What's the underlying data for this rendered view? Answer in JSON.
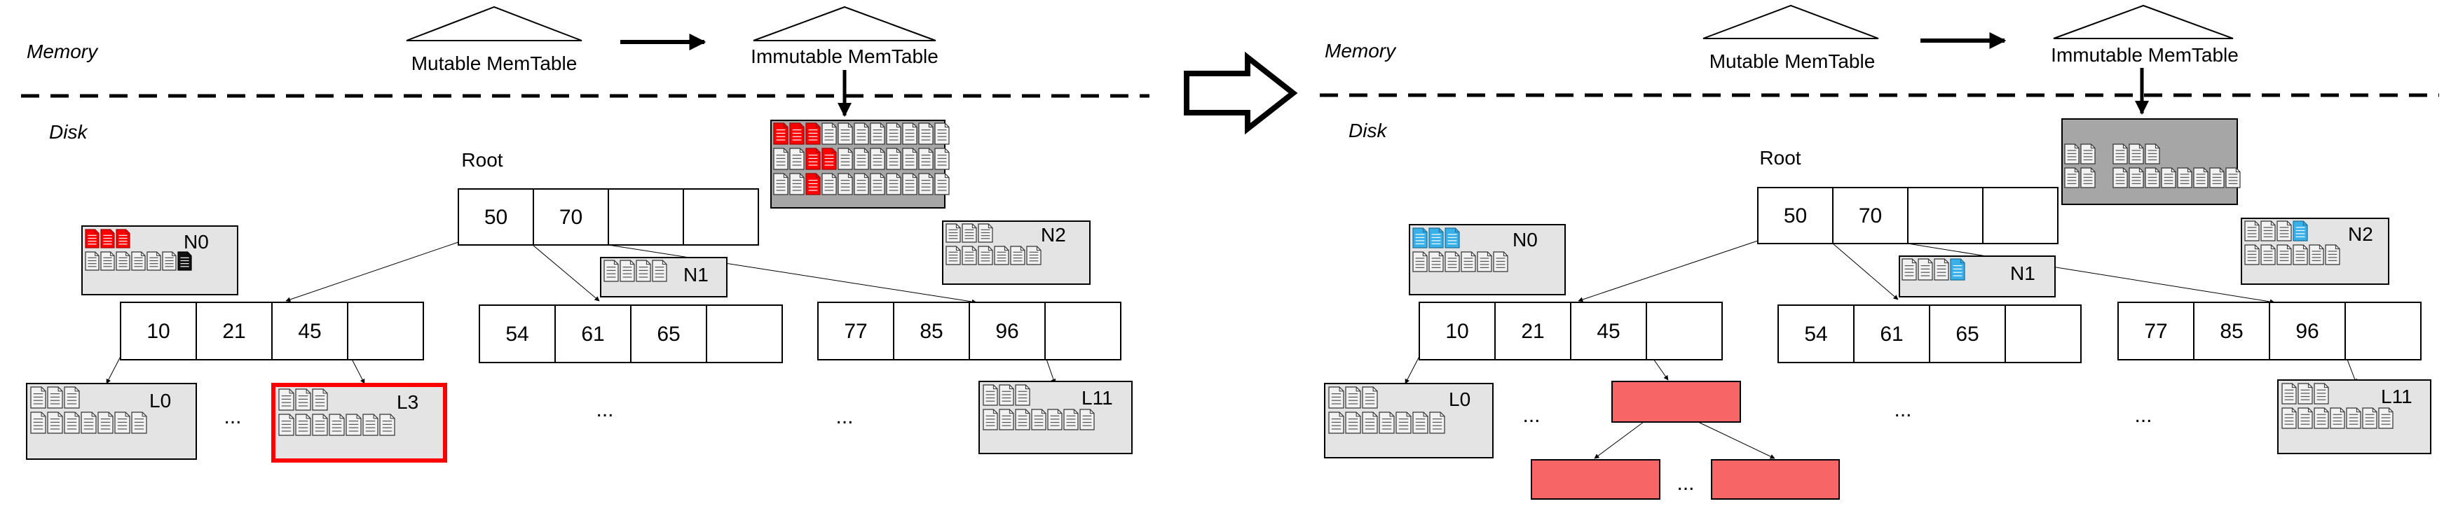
{
  "labels": {
    "memory": "Memory",
    "disk": "Disk",
    "mutable": "Mutable MemTable",
    "immutable": "Immutable MemTable",
    "root": "Root",
    "ellipsis": "..."
  },
  "left": {
    "root_keys": [
      "50",
      "70",
      "",
      ""
    ],
    "inner_nodes": [
      {
        "keys": [
          "10",
          "21",
          "45",
          ""
        ]
      },
      {
        "keys": [
          "54",
          "61",
          "65",
          ""
        ]
      },
      {
        "keys": [
          "77",
          "85",
          "96",
          ""
        ]
      }
    ],
    "buffers": {
      "n0": "N0",
      "n1": "N1",
      "n2": "N2"
    },
    "leaves": {
      "l0": "L0",
      "l3": "L3",
      "l11": "L11"
    }
  },
  "right": {
    "root_keys": [
      "50",
      "70",
      "",
      ""
    ],
    "inner_nodes": [
      {
        "keys": [
          "10",
          "21",
          "45",
          ""
        ]
      },
      {
        "keys": [
          "54",
          "61",
          "65",
          ""
        ]
      },
      {
        "keys": [
          "77",
          "85",
          "96",
          ""
        ]
      }
    ],
    "buffers": {
      "n0": "N0",
      "n1": "N1",
      "n2": "N2"
    },
    "leaves": {
      "l0": "L0",
      "l11": "L11"
    }
  },
  "colors": {
    "highlight_red": "#ff0000",
    "new_blue": "#3ab0e8",
    "split_node_fill": "#f86566",
    "memtable_gray": "#a6a6a6",
    "buffer_gray": "#e4e4e4",
    "dark_doc": "#111111"
  }
}
